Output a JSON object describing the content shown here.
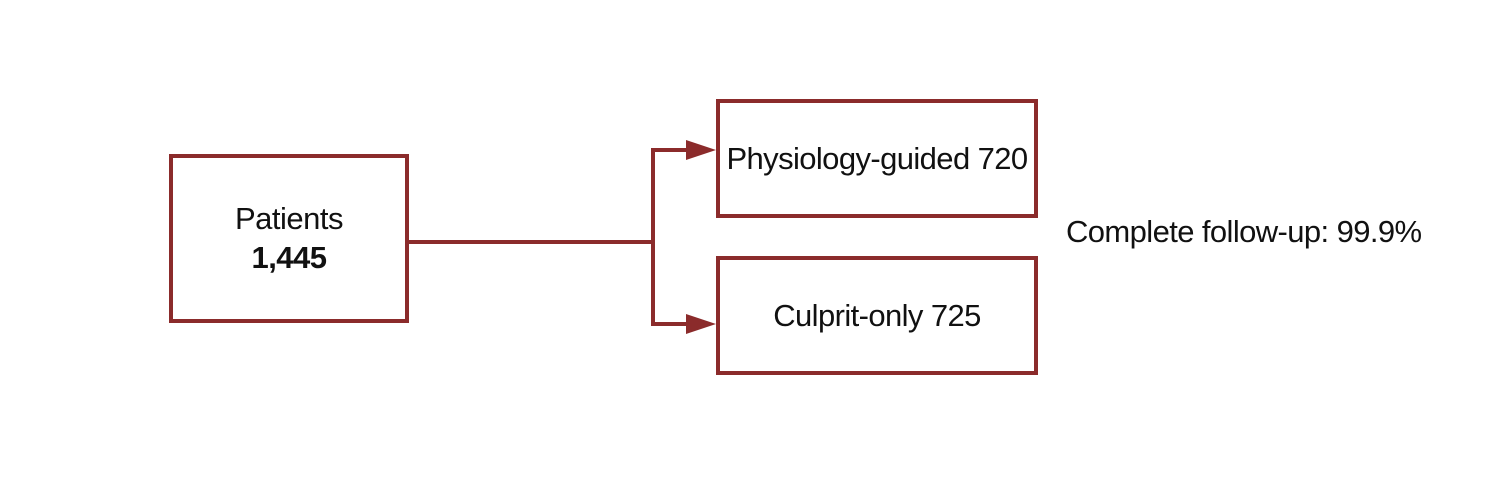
{
  "source": {
    "label": "Patients",
    "count": "1,445"
  },
  "arms": [
    {
      "label": "Physiology-guided 720"
    },
    {
      "label": "Culprit-only 725"
    }
  ],
  "followup": "Complete follow-up: 99.9%",
  "colors": {
    "stroke": "#8b2b2b",
    "text": "#111111"
  }
}
